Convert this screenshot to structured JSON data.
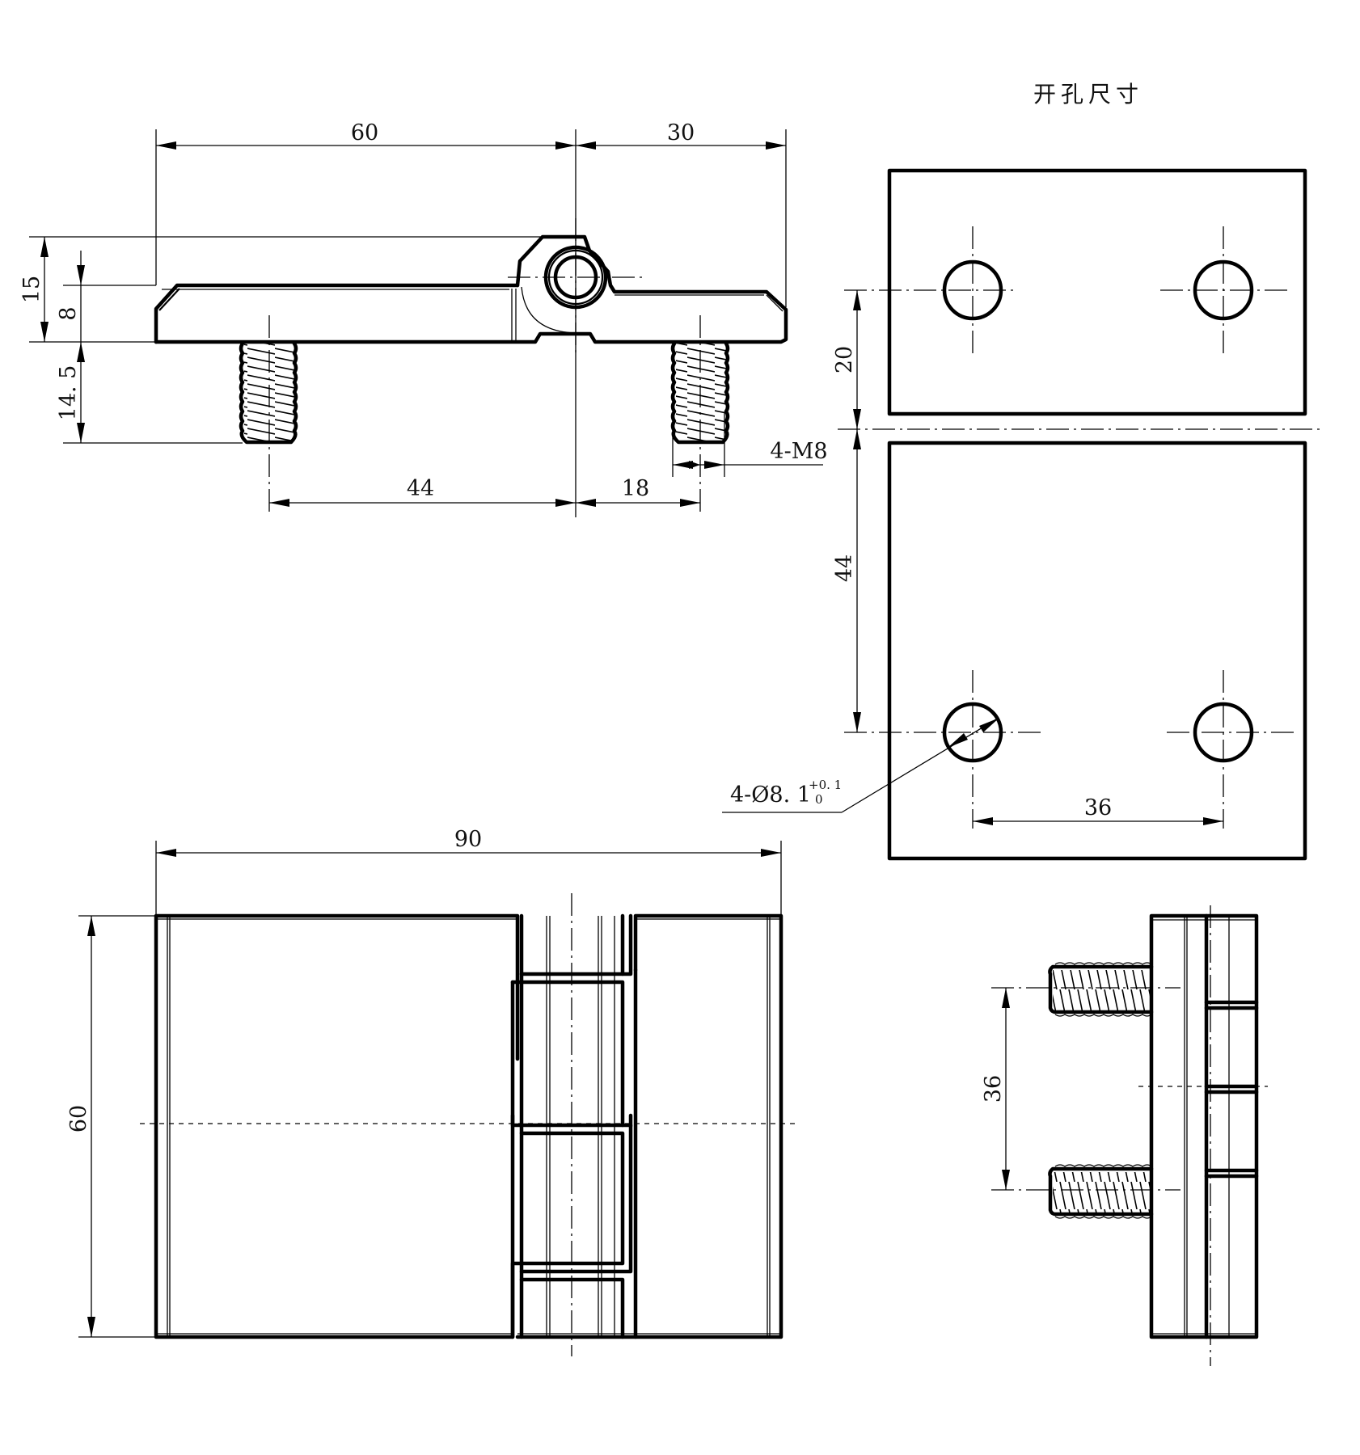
{
  "drawing": {
    "subject": "Hinge technical drawing with mounting cutout dimensions",
    "colors": {
      "line": "#000000",
      "background": "#ffffff",
      "text": "#111111"
    }
  },
  "cutout_view": {
    "title": "开孔尺寸",
    "dims": {
      "hole_vertical_offset": "20",
      "hole_vertical_pitch": "44",
      "hole_horizontal_pitch": "36",
      "hole_callout_main": "4-Ø8. 1",
      "hole_tolerance_upper": "+0. 1",
      "hole_tolerance_lower": "0"
    }
  },
  "top_view": {
    "dims": {
      "leaf_left_length": "60",
      "leaf_right_length": "30",
      "overall_height": "15",
      "leaf_thickness": "8",
      "bolt_length": "14. 5",
      "bolt_left_offset": "44",
      "bolt_right_offset": "18",
      "thread_callout": "4-M8"
    }
  },
  "front_view": {
    "dims": {
      "overall_width": "90",
      "overall_height": "60"
    }
  },
  "side_view": {
    "dims": {
      "bolt_pitch": "36"
    }
  }
}
